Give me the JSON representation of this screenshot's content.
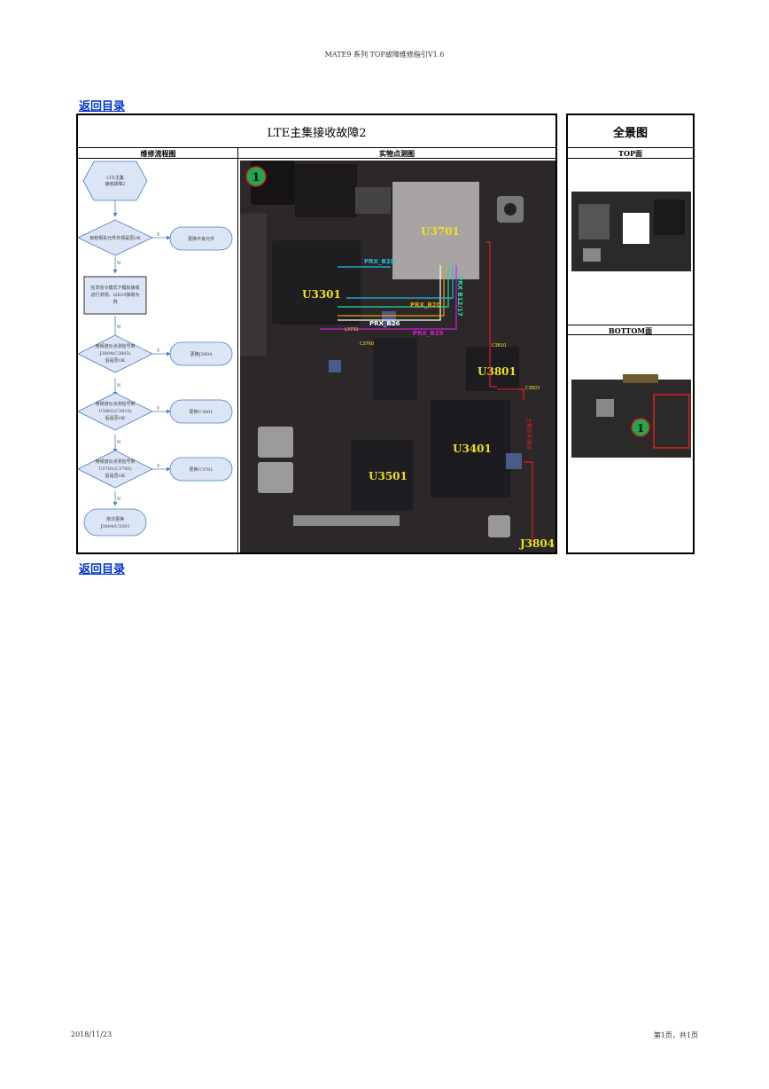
{
  "header": {
    "text": "MATE9 系列 TOP故障维修指引V1.6"
  },
  "nav": {
    "back_top": "返回目录",
    "back_bottom": "返回目录"
  },
  "table": {
    "title": "LTE主集接收故障2",
    "col_flow": "维修流程图",
    "col_photo": "实物点测图"
  },
  "flowchart": {
    "start": [
      "LTE主集",
      "接收故障2"
    ],
    "decisions": [
      [
        "目检相关元件外观是否OK"
      ],
      [
        "用频谱仪点测信号到",
        "J3804(C3803)",
        "后是否OK"
      ],
      [
        "用频谱仪点测信号到",
        "U3801(C3810)",
        "后是否OK"
      ],
      [
        "用频谱仪点测信号到",
        "U3701(C3760)",
        "后是否OK"
      ]
    ],
    "process": [
      "在非信令模式下模拟接收",
      "进行测测，以B29接收为",
      "例"
    ],
    "actions": [
      "更换不良元件",
      "更换J3804",
      "更换U3801",
      "更换U3701"
    ],
    "end": [
      "依次更换",
      "J3804/U3301"
    ],
    "yes": "Y",
    "no": "N"
  },
  "photo_labels": {
    "marker": "1",
    "chips": [
      "U3701",
      "U3301",
      "U3801",
      "U3401",
      "U3501",
      "J3804"
    ],
    "signals": [
      "PRX_B28",
      "PRX_B20",
      "PRX B12/17",
      "PRX_B26",
      "PRX_B29"
    ],
    "small": [
      "L3731",
      "C3760",
      "C3810",
      "C3803"
    ],
    "vertical": "主集信号路径"
  },
  "side": {
    "title": "全景图",
    "top_label": "TOP面",
    "bottom_label": "BOTTOM面",
    "marker": "1"
  },
  "footer": {
    "date": "2018/11/23",
    "page": "第1页，共1页"
  }
}
